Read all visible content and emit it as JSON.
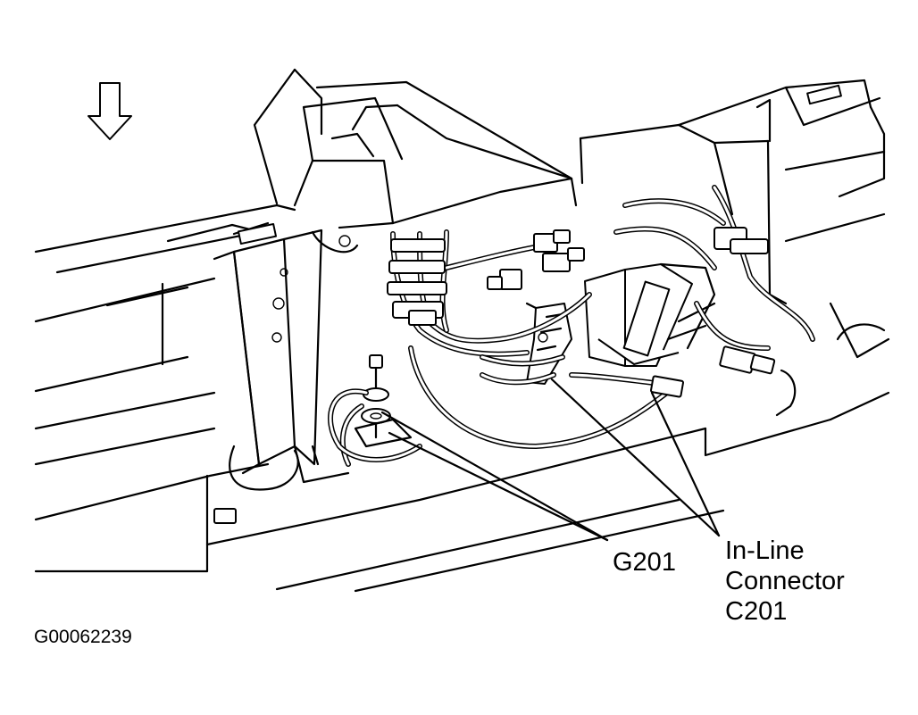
{
  "figure": {
    "callouts": {
      "ground": "G201",
      "connector_line1": "In-Line",
      "connector_line2": "Connector",
      "connector_line3": "C201"
    },
    "figure_id": "G00062239",
    "icons": {
      "direction": "down-arrow-icon"
    }
  }
}
